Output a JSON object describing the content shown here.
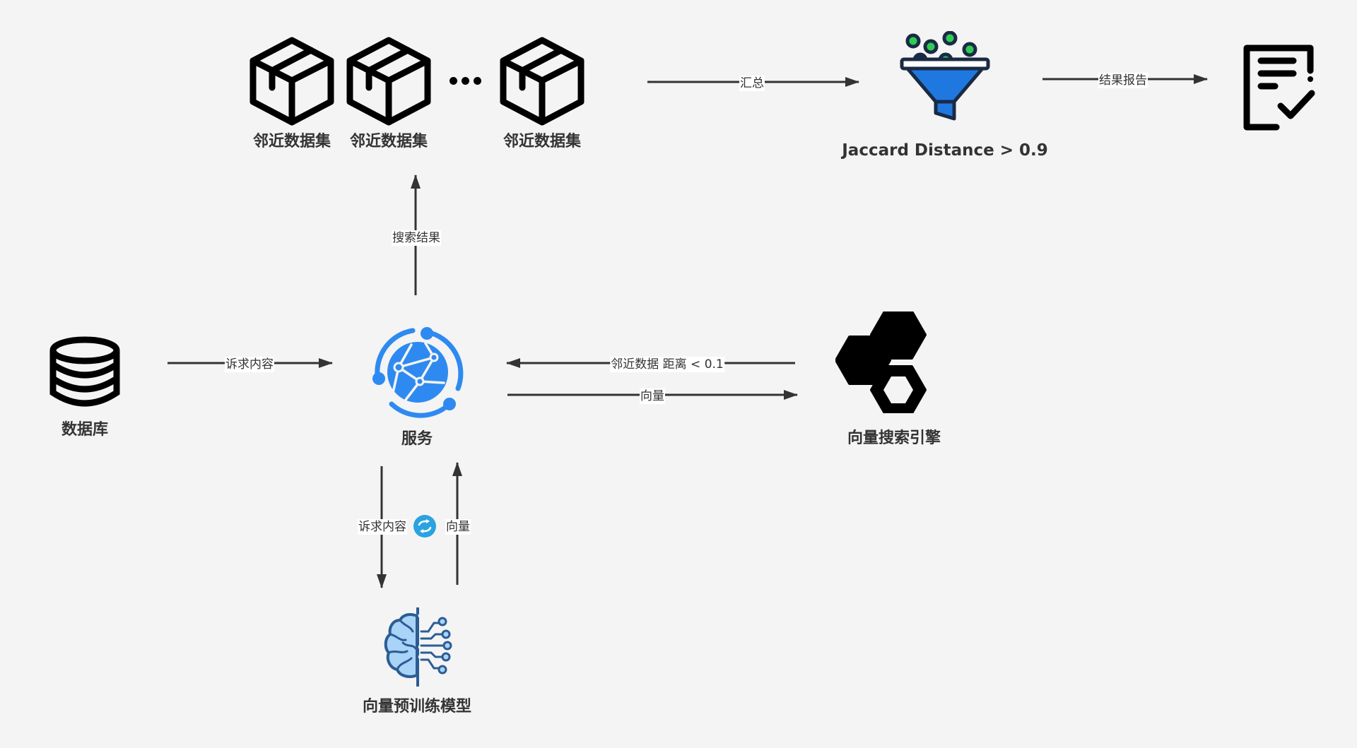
{
  "diagram": {
    "nodes": {
      "dataset_1": {
        "label": "邻近数据集",
        "icon": "package-box-icon"
      },
      "dataset_2": {
        "label": "邻近数据集",
        "icon": "package-box-icon"
      },
      "dataset_n": {
        "label": "邻近数据集",
        "icon": "package-box-icon"
      },
      "ellipsis": {
        "icon": "ellipsis-icon"
      },
      "filter": {
        "label": "Jaccard Distance > 0.9",
        "icon": "funnel-icon"
      },
      "report": {
        "label": "",
        "icon": "report-checklist-icon"
      },
      "database": {
        "label": "数据库",
        "icon": "database-icon"
      },
      "service": {
        "label": "服务",
        "icon": "network-globe-icon"
      },
      "search_engine": {
        "label": "向量搜索引擎",
        "icon": "hexagons-icon"
      },
      "model": {
        "label": "向量预训练模型",
        "icon": "brain-circuit-icon"
      }
    },
    "edges": {
      "aggregate": {
        "from": "dataset_n",
        "to": "filter",
        "label": "汇总"
      },
      "result_report": {
        "from": "filter",
        "to": "report",
        "label": "结果报告"
      },
      "search_result": {
        "from": "service",
        "to": "datasets",
        "label": "搜索结果"
      },
      "db_to_service": {
        "from": "database",
        "to": "service",
        "label": "诉求内容"
      },
      "neighbors_back": {
        "from": "search_engine",
        "to": "service",
        "label": "邻近数据 距离 < 0.1"
      },
      "vector_to_engine": {
        "from": "service",
        "to": "search_engine",
        "label": "向量"
      },
      "service_to_model": {
        "from": "service",
        "to": "model",
        "label": "诉求内容"
      },
      "model_to_service": {
        "from": "model",
        "to": "service",
        "label": "向量"
      },
      "exchange_badge": {
        "icon": "sync-exchange-icon"
      }
    },
    "colors": {
      "background": "#f4f4f4",
      "edge": "#333333",
      "service_blue": "#2e8af0",
      "funnel_blue": "#1f78e0",
      "funnel_outline": "#1b2a44",
      "ball_green": "#2ecc55",
      "brain_blue": "#a9d3f7",
      "brain_outline": "#2b5d94",
      "sync_blue": "#2aa3e0"
    }
  }
}
